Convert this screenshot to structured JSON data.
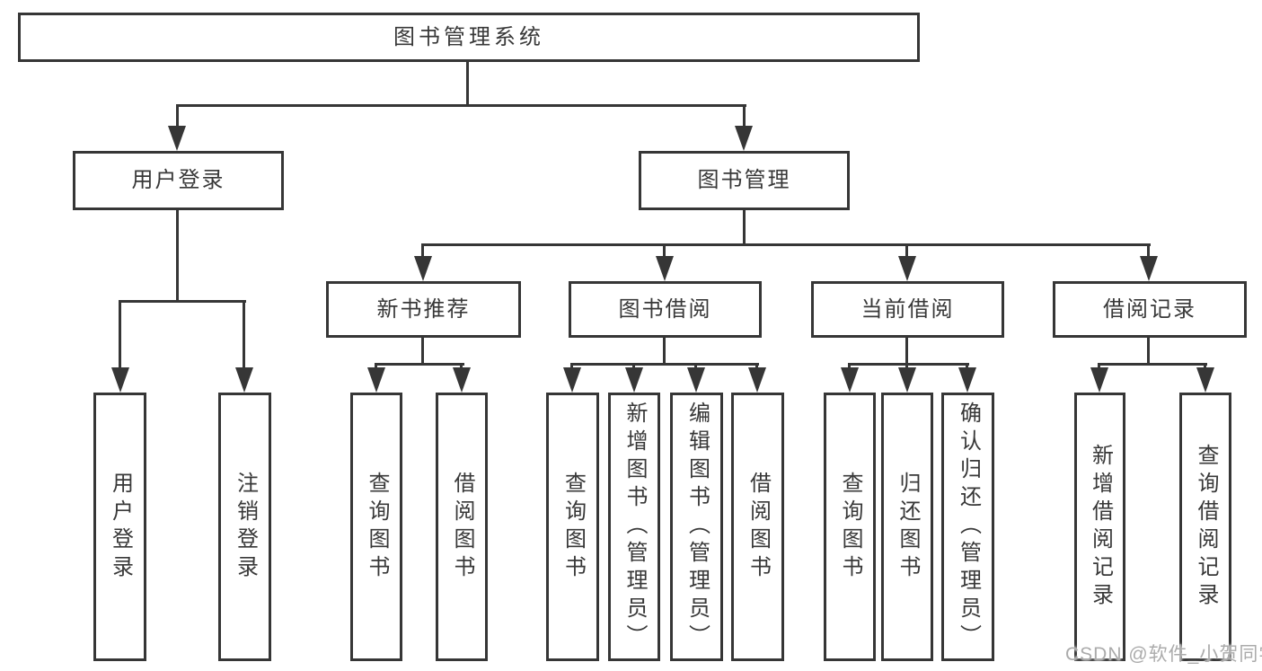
{
  "diagram": {
    "root": {
      "label": "图书管理系统"
    },
    "branches": [
      {
        "label": "用户登录",
        "children": [
          {
            "label": "用户登录"
          },
          {
            "label": "注销登录"
          }
        ]
      },
      {
        "label": "图书管理",
        "sections": [
          {
            "label": "新书推荐",
            "children": [
              {
                "label": "查询图书"
              },
              {
                "label": "借阅图书"
              }
            ]
          },
          {
            "label": "图书借阅",
            "children": [
              {
                "label": "查询图书"
              },
              {
                "label": "新增图书（管理员）"
              },
              {
                "label": "编辑图书（管理员）"
              },
              {
                "label": "借阅图书"
              }
            ]
          },
          {
            "label": "当前借阅",
            "children": [
              {
                "label": "查询图书"
              },
              {
                "label": "归还图书"
              },
              {
                "label": "确认归还（管理员）"
              }
            ]
          },
          {
            "label": "借阅记录",
            "children": [
              {
                "label": "新增借阅记录"
              },
              {
                "label": "查询借阅记录"
              }
            ]
          }
        ]
      }
    ]
  },
  "watermark": {
    "text": "CSDN @软件_小贺同学"
  },
  "colors": {
    "line": "#363636",
    "text": "#383838",
    "watermark": "#ababab",
    "background": "#ffffff"
  }
}
